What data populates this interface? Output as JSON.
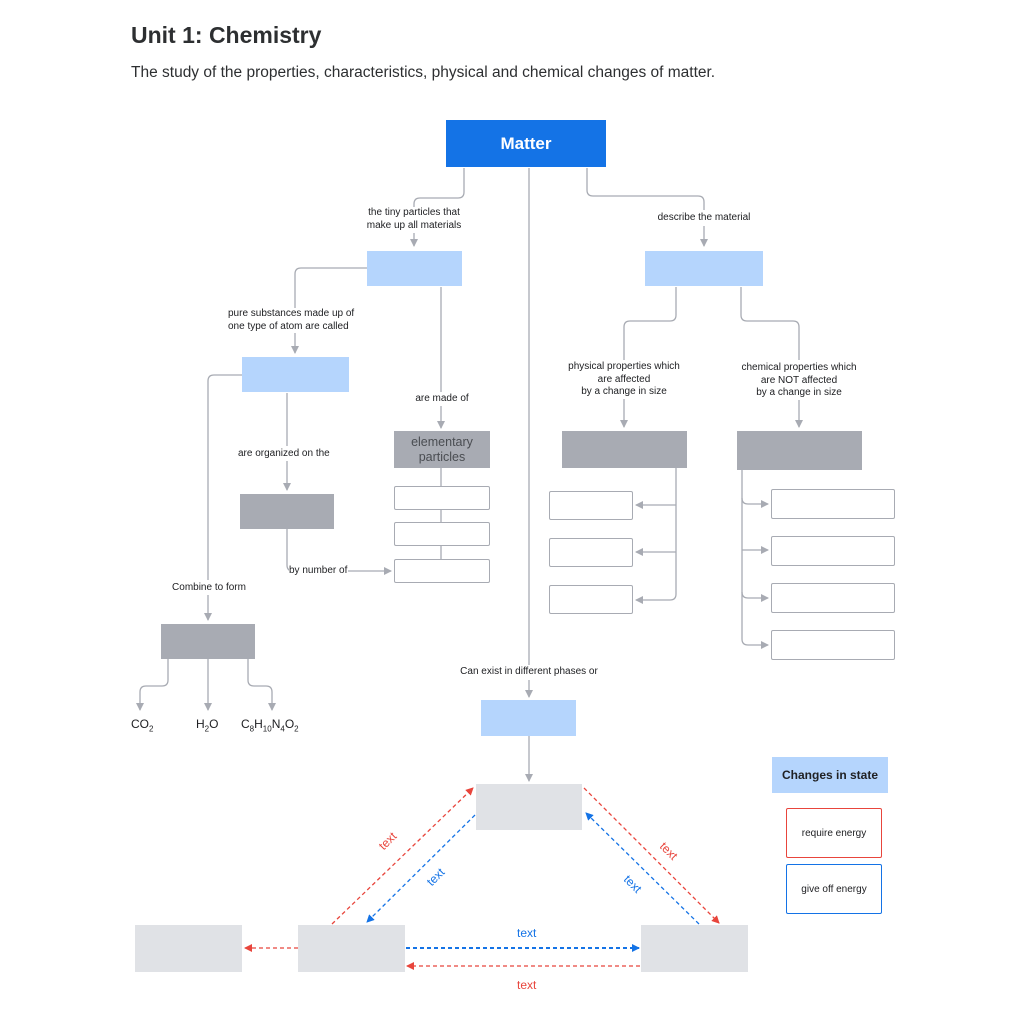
{
  "header": {
    "title": "Unit 1: Chemistry",
    "subtitle": "The study of the properties, characteristics, physical and chemical changes of matter."
  },
  "nodes": {
    "root": "Matter",
    "elementary_particles": "elementary\nparticles"
  },
  "edge_labels": {
    "tiny_particles_1": "the tiny particles that",
    "tiny_particles_2": "make up all materials",
    "describe": "describe the material",
    "pure_substances_1": "pure substances made up of",
    "pure_substances_2": "one type of atom are called",
    "made_of": "are made of",
    "organized_on": "are organized on the",
    "by_number_of": "by number of",
    "combine": "Combine to form",
    "physical_1": "physical properties which",
    "physical_2": "are affected",
    "physical_3": "by a change in size",
    "chemical_1": "chemical properties which",
    "chemical_2": "are NOT affected",
    "chemical_3": "by a change in size",
    "phases": "Can exist in different phases or"
  },
  "formulas": {
    "co2": {
      "base": "CO",
      "sub": "2"
    },
    "h2o": {
      "base1": "H",
      "sub": "2",
      "base2": "O"
    },
    "caffeine": {
      "c": "C",
      "c_sub": "8",
      "h": "H",
      "h_sub": "10",
      "n": "N",
      "n_sub": "4",
      "o": "O",
      "o_sub": "2"
    }
  },
  "transitions": {
    "red_left_up": "text",
    "blue_left_down": "text",
    "red_right_down": "text",
    "blue_right_up": "text",
    "blue_bottom": "text",
    "red_bottom": "text"
  },
  "legend": {
    "heading": "Changes in state",
    "require_energy": "require energy",
    "give_off_energy": "give off energy"
  },
  "colors": {
    "accent_blue": "#1473e6",
    "light_blue_node": "#b5d5fd",
    "gray_node": "#a8abb3",
    "phase_node": "#e0e2e6",
    "require_energy_red": "#e8453c",
    "give_off_energy_blue": "#1473e6",
    "connector": "#a8abb3"
  }
}
